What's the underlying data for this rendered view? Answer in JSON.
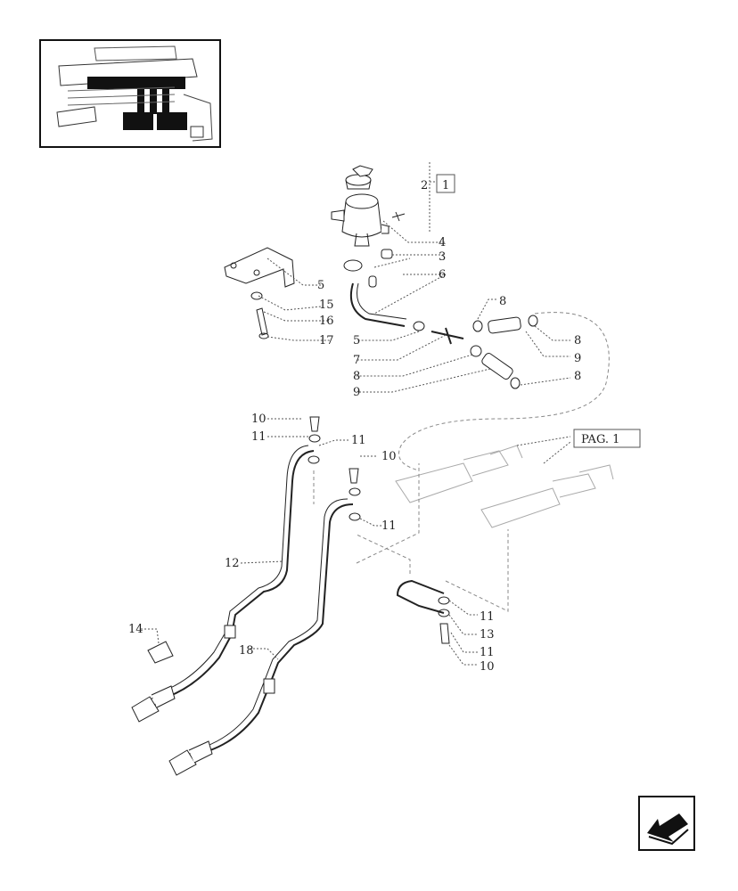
{
  "callouts": {
    "c2": "2",
    "c1": "1",
    "c4": "4",
    "c3": "3",
    "c6": "6",
    "c5a": "5",
    "c15": "15",
    "c16": "16",
    "c17": "17",
    "c8a": "8",
    "c5b": "5",
    "c7": "7",
    "c8b": "8",
    "c9a": "9",
    "c8c": "8",
    "c9b": "9",
    "c8d": "8",
    "c10a": "10",
    "c11a": "11",
    "c11b": "11",
    "c10b": "10",
    "pag": "PAG. 1",
    "c11c": "11",
    "c12": "12",
    "c11d": "11",
    "c13": "13",
    "c11e": "11",
    "c10c": "10",
    "c14": "14",
    "c18": "18"
  },
  "icons": {
    "inset": "pedal-location-thumbnail",
    "nav": "previous-page-arrow-icon"
  }
}
